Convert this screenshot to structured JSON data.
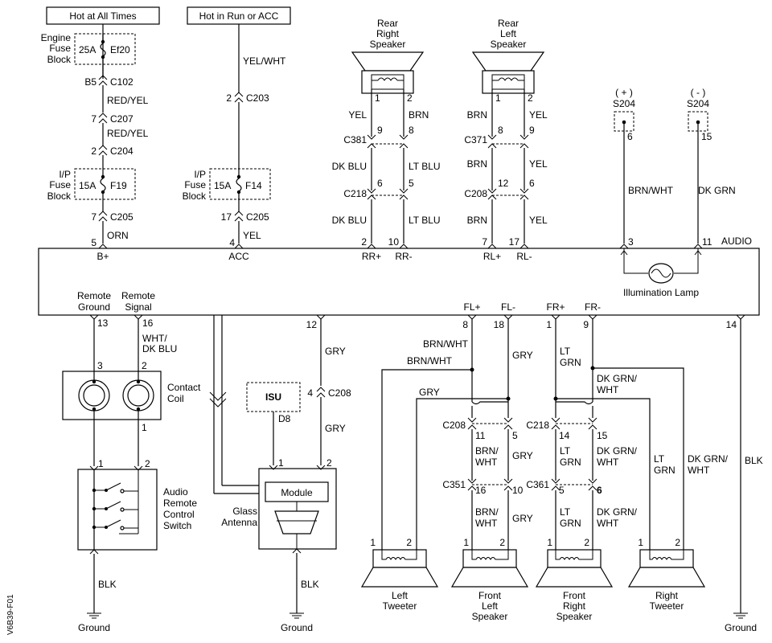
{
  "labels": {
    "hot_always": "Hot at All Times",
    "hot_run": "Hot in Run or ACC",
    "engine_fuse": [
      "Engine",
      "Fuse",
      "Block"
    ],
    "ip_fuse": [
      "I/P",
      "Fuse",
      "Block"
    ],
    "fuse_ef20_amp": "25A",
    "fuse_ef20": "Ef20",
    "fuse_f19_amp": "15A",
    "fuse_f19": "F19",
    "fuse_f14_amp": "15A",
    "fuse_f14": "F14",
    "b5": "B5",
    "c102": "C102",
    "red_yel": "RED/YEL",
    "c207": "C207",
    "c204": "C204",
    "c205": "C205",
    "c203": "C203",
    "n2": "2",
    "n4": "4",
    "n5": "5",
    "n7": "7",
    "n17": "17",
    "orn": "ORN",
    "yel": "YEL",
    "yel_wht": "YEL/WHT",
    "bplus": "B+",
    "acc": "ACC",
    "audio": "AUDIO",
    "rear_right": [
      "Rear",
      "Right",
      "Speaker"
    ],
    "rear_left": [
      "Rear",
      "Left",
      "Speaker"
    ],
    "pin1": "1",
    "pin2": "2",
    "pin3": "3",
    "pin5": "5",
    "pin6": "6",
    "pin7": "7",
    "pin8": "8",
    "pin9": "9",
    "pin10": "10",
    "pin11": "11",
    "pin12": "12",
    "pin13": "13",
    "pin14": "14",
    "pin15": "15",
    "pin16": "16",
    "pin17": "17",
    "pin18": "18",
    "brn": "BRN",
    "dk_blu": "DK BLU",
    "lt_blu": "LT BLU",
    "c381": "C381",
    "c371": "C371",
    "c218": "C218",
    "c208": "C208",
    "c351": "C351",
    "c361": "C361",
    "rr_plus": "RR+",
    "rr_minus": "RR-",
    "rl_plus": "RL+",
    "rl_minus": "RL-",
    "plus_sign": "( + )",
    "minus_sign": "( - )",
    "s204": "S204",
    "brn_wht": "BRN/WHT",
    "dk_grn": "DK GRN",
    "illumination": "Illumination Lamp",
    "remote_ground": [
      "Remote",
      "Ground"
    ],
    "remote_signal": [
      "Remote",
      "Signal"
    ],
    "fl_plus": "FL+",
    "fl_minus": "FL-",
    "fr_plus": "FR+",
    "fr_minus": "FR-",
    "wht_dkblu": [
      "WHT/",
      "DK BLU"
    ],
    "contact_coil": [
      "Contact",
      "Coil"
    ],
    "audio_remote": [
      "Audio",
      "Remote",
      "Control",
      "Switch"
    ],
    "isu": "ISU",
    "d8": "D8",
    "gry": "GRY",
    "module": "Module",
    "glass_antenna": [
      "Glass",
      "Antenna"
    ],
    "blk": "BLK",
    "ground": "Ground",
    "lt_grn2": [
      "LT",
      "GRN"
    ],
    "dk_grn_wht2": [
      "DK GRN/",
      "WHT"
    ],
    "brn_wht_split": [
      "BRN/",
      "WHT"
    ],
    "dkgrn_wht_split": [
      "DK GRN/",
      "WHT"
    ],
    "left_tweeter": [
      "Left",
      "Tweeter"
    ],
    "front_left": [
      "Front",
      "Left",
      "Speaker"
    ],
    "front_right": [
      "Front",
      "Right",
      "Speaker"
    ],
    "right_tweeter": [
      "Right",
      "Tweeter"
    ],
    "figure_id": "V6B39-F01"
  }
}
